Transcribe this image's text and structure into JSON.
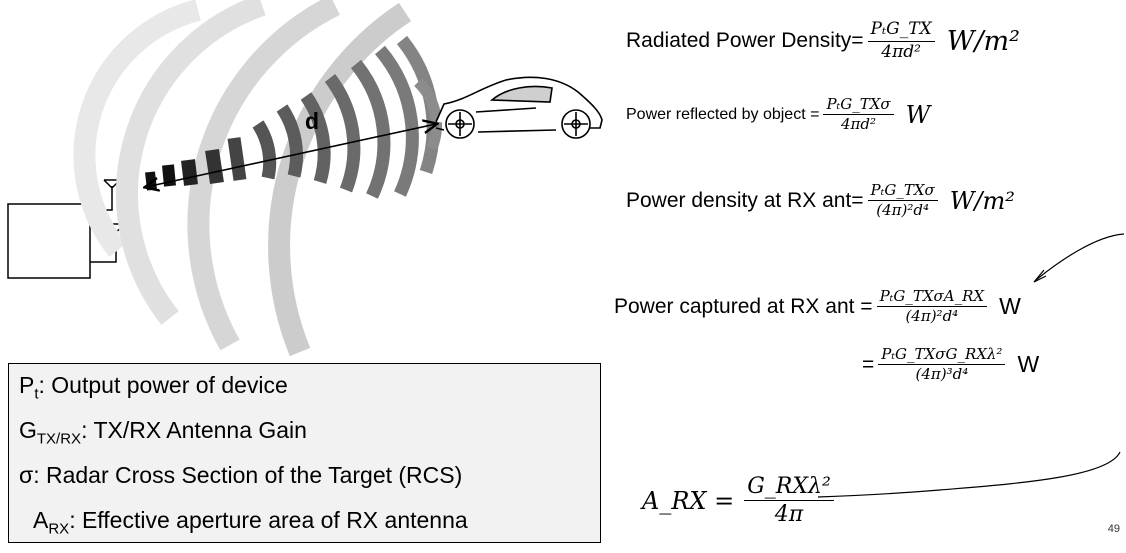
{
  "diagram": {
    "distance_label": "d",
    "colors": {
      "wave_light": "#e6e6e6",
      "wave_mid": "#b4b4b4",
      "wave_dark": "#5a5a5a",
      "wave_black": "#111111",
      "legend_bg": "#f2f2f2"
    }
  },
  "equations": {
    "radiated": {
      "label": "Radiated Power Density=",
      "num": "PₜG_TX",
      "den": "4πd²",
      "unit": "W/m²"
    },
    "reflected": {
      "label": "Power reflected by object =",
      "num": "PₜG_TXσ",
      "den": "4πd²",
      "unit": "W"
    },
    "density_rx": {
      "label": "Power density at RX ant=",
      "num": "PₜG_TXσ",
      "den": "(4π)²d⁴",
      "unit": "W/m²"
    },
    "captured": {
      "label": "Power captured at RX ant =",
      "num": "PₜG_TXσA_RX",
      "den": "(4π)²d⁴",
      "unit": "W"
    },
    "captured2": {
      "label": "=",
      "num": "PₜG_TXσG_RXλ²",
      "den": "(4π)³d⁴",
      "unit": "W"
    },
    "aperture": {
      "label": "A_RX =",
      "num": "G_RXλ²",
      "den": "4π"
    }
  },
  "legend": {
    "line1": {
      "sym": "P",
      "sub": "t",
      "text": ": Output power of device"
    },
    "line2": {
      "sym": "G",
      "sub": "TX/RX",
      "text": ":  TX/RX Antenna Gain"
    },
    "line3": {
      "text": "σ: Radar Cross Section of the Target (RCS)"
    },
    "line4": {
      "sym": "A",
      "sub": "RX",
      "text": ":  Effective aperture area of RX antenna"
    }
  },
  "page_number": "49"
}
